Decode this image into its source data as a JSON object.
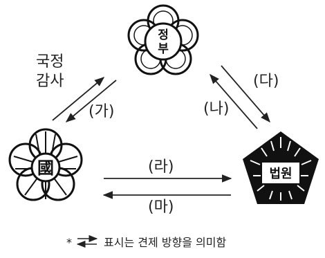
{
  "nodes": {
    "government": {
      "label_top": "정",
      "label_bottom": "부"
    },
    "assembly": {
      "label": "國"
    },
    "court": {
      "label": "법원"
    }
  },
  "edges": {
    "ga": {
      "label": "(가)"
    },
    "na": {
      "label": "(나)"
    },
    "da": {
      "label": "(다)"
    },
    "ra": {
      "label": "(라)"
    },
    "ma": {
      "label": "(마)"
    }
  },
  "annotation": {
    "line1": "국정",
    "line2": "감사"
  },
  "legend": {
    "prefix": "*",
    "text": "표시는 견제 방향을 의미함"
  },
  "colors": {
    "ink": "#111111",
    "background": "#ffffff"
  }
}
